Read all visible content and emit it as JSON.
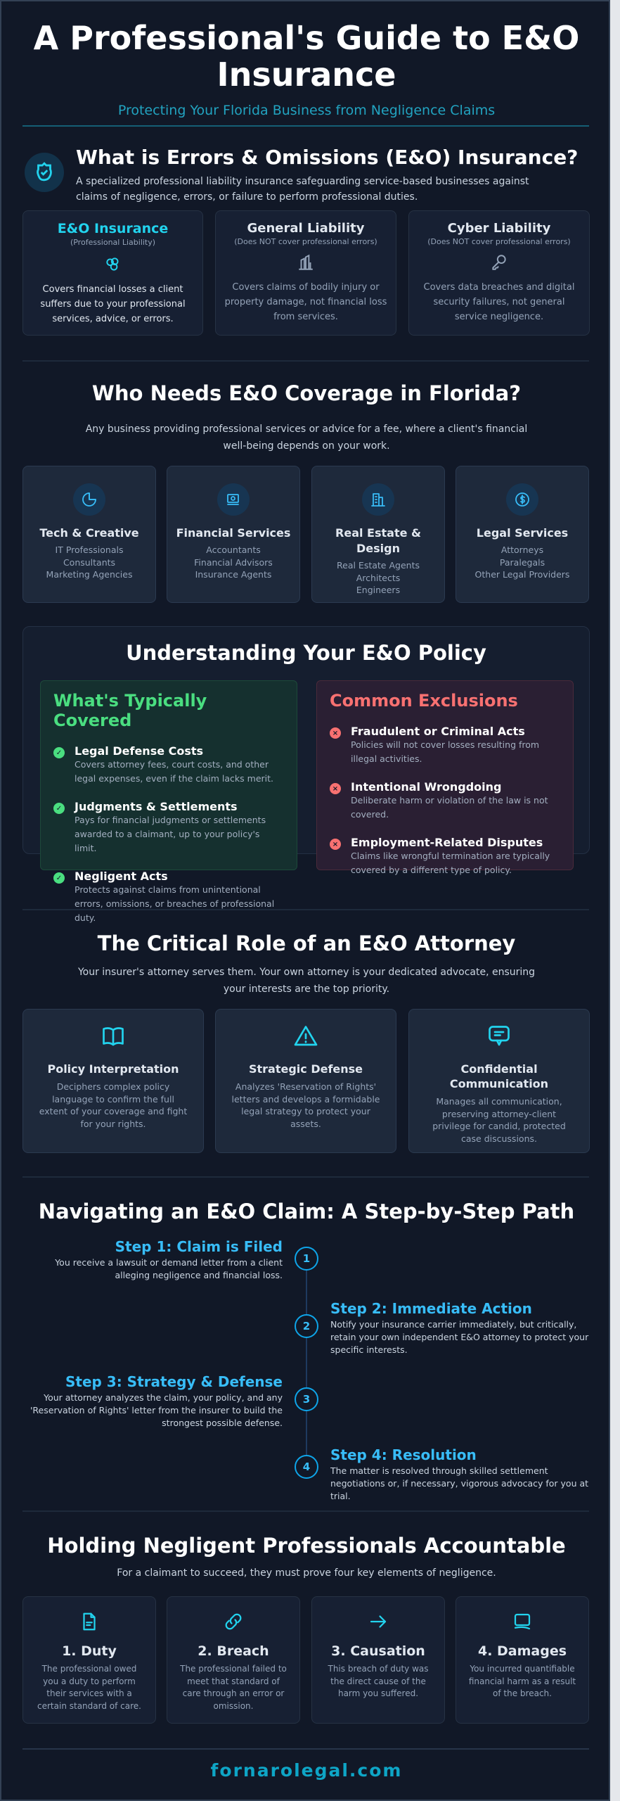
{
  "header": {
    "title_line1": "A Professional's Guide to E&O",
    "title_line2": "Insurance",
    "subtitle": "Protecting Your Florida Business from Negligence Claims"
  },
  "what_is": {
    "title": "What is Errors & Omissions (E&O) Insurance?",
    "description": "A specialized professional liability insurance safeguarding service-based businesses against claims of negligence, errors, or failure to perform professional duties.",
    "icon": "shield-check-icon",
    "cards": [
      {
        "title": "E&O Insurance",
        "subtitle": "(Professional Liability)",
        "icon": "coins-icon",
        "text": "Covers financial losses a client suffers due to your professional services, advice, or errors."
      },
      {
        "title": "General Liability",
        "subtitle": "(Does NOT cover professional errors)",
        "icon": "building-icon",
        "text": "Covers claims of bodily injury or property damage, not financial loss from services."
      },
      {
        "title": "Cyber Liability",
        "subtitle": "(Does NOT cover professional errors)",
        "icon": "key-icon",
        "text": "Covers data breaches and digital security failures, not general service negligence."
      }
    ]
  },
  "who_needs": {
    "title": "Who Needs E&O Coverage in Florida?",
    "description": "Any business providing professional services or advice for a fee, where a client's financial well-being depends on your work.",
    "cards": [
      {
        "title": "Tech & Creative",
        "icon": "pie-chart-icon",
        "items": [
          "IT Professionals",
          "Consultants",
          "Marketing Agencies"
        ]
      },
      {
        "title": "Financial Services",
        "icon": "money-icon",
        "items": [
          "Accountants",
          "Financial Advisors",
          "Insurance Agents"
        ]
      },
      {
        "title": "Real Estate & Design",
        "icon": "building-icon",
        "items": [
          "Real Estate Agents",
          "Architects",
          "Engineers"
        ]
      },
      {
        "title": "Legal Services",
        "icon": "dollar-circle-icon",
        "items": [
          "Attorneys",
          "Paralegals",
          "Other Legal Providers"
        ]
      }
    ]
  },
  "policy": {
    "title": "Understanding Your E&O Policy",
    "covered": {
      "title": "What's Typically Covered",
      "color": "#4ade80",
      "items": [
        {
          "title": "Legal Defense Costs",
          "text": "Covers attorney fees, court costs, and other legal expenses, even if the claim lacks merit."
        },
        {
          "title": "Judgments & Settlements",
          "text": "Pays for financial judgments or settlements awarded to a claimant, up to your policy's limit."
        },
        {
          "title": "Negligent Acts",
          "text": "Protects against claims from unintentional errors, omissions, or breaches of professional duty."
        }
      ]
    },
    "exclusions": {
      "title": "Common Exclusions",
      "color": "#f87171",
      "items": [
        {
          "title": "Fraudulent or Criminal Acts",
          "text": "Policies will not cover losses resulting from illegal activities."
        },
        {
          "title": "Intentional Wrongdoing",
          "text": "Deliberate harm or violation of the law is not covered."
        },
        {
          "title": "Employment-Related Disputes",
          "text": "Claims like wrongful termination are typically covered by a different type of policy."
        }
      ]
    }
  },
  "attorney": {
    "title": "The Critical Role of an E&O Attorney",
    "description": "Your insurer's attorney serves them. Your own attorney is your dedicated advocate, ensuring your interests are the top priority.",
    "cards": [
      {
        "title": "Policy Interpretation",
        "icon": "book-icon",
        "text": "Deciphers complex policy language to confirm the full extent of your coverage and fight for your rights."
      },
      {
        "title": "Strategic Defense",
        "icon": "warning-icon",
        "text": "Analyzes 'Reservation of Rights' letters and develops a formidable legal strategy to protect your assets."
      },
      {
        "title": "Confidential Communication",
        "icon": "chat-icon",
        "text": "Manages all communication, preserving attorney-client privilege for candid, protected case discussions."
      }
    ]
  },
  "claim": {
    "title": "Navigating an E&O Claim: A Step-by-Step Path",
    "steps": [
      {
        "num": "1",
        "title": "Step 1: Claim is Filed",
        "text": "You receive a lawsuit or demand letter from a client alleging negligence and financial loss."
      },
      {
        "num": "2",
        "title": "Step 2: Immediate Action",
        "text": "Notify your insurance carrier immediately, but critically, retain your own independent E&O attorney to protect your specific interests."
      },
      {
        "num": "3",
        "title": "Step 3: Strategy & Defense",
        "text": "Your attorney analyzes the claim, your policy, and any 'Reservation of Rights' letter from the insurer to build the strongest possible defense."
      },
      {
        "num": "4",
        "title": "Step 4: Resolution",
        "text": "The matter is resolved through skilled settlement negotiations or, if necessary, vigorous advocacy for you at trial."
      }
    ]
  },
  "negligence": {
    "title": "Holding Negligent Professionals Accountable",
    "description": "For a claimant to succeed, they must prove four key elements of negligence.",
    "cards": [
      {
        "title": "1. Duty",
        "icon": "document-icon",
        "text": "The professional owed you a duty to perform their services with a certain standard of care."
      },
      {
        "title": "2. Breach",
        "icon": "link-icon",
        "text": "The professional failed to meet that standard of care through an error or omission."
      },
      {
        "title": "3. Causation",
        "icon": "arrow-right-icon",
        "text": "This breach of duty was the direct cause of the harm you suffered."
      },
      {
        "title": "4. Damages",
        "icon": "damages-icon",
        "text": "You incurred quantifiable financial harm as a result of the breach."
      }
    ]
  },
  "footer": {
    "site": "fornarolegal.com"
  },
  "colors": {
    "accent": "#22d3ee",
    "step": "#38bdf8",
    "background": "#111827"
  }
}
